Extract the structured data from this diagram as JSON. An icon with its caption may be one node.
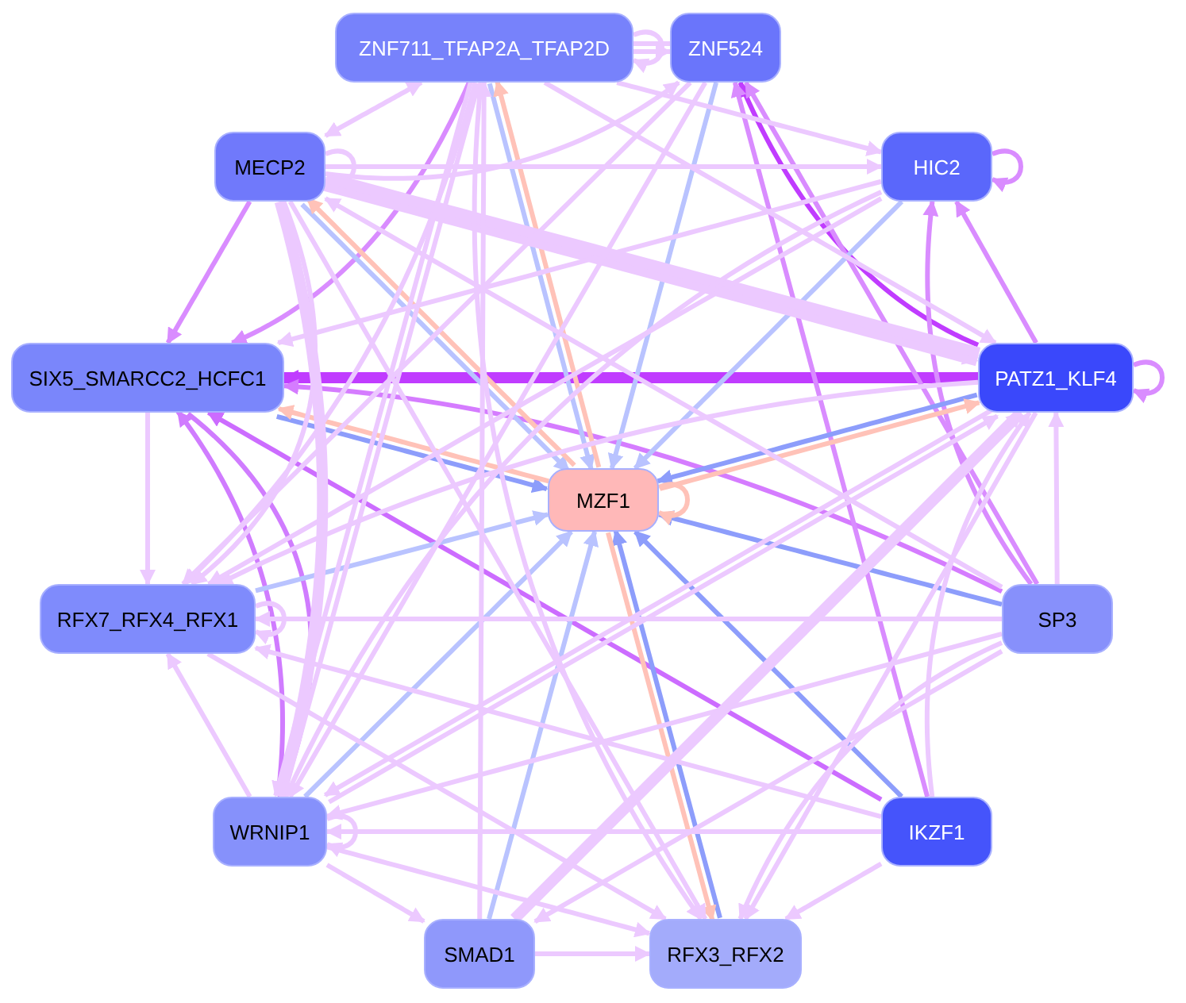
{
  "diagram": {
    "nodes": [
      {
        "text": [
          "ZNF711_TFAP2A_TFAP2D"
        ]
      },
      {
        "text": [
          "ZNF524"
        ]
      },
      {
        "text": [
          "MECP2"
        ]
      },
      {
        "text": [
          "HIC2"
        ]
      },
      {
        "text": [
          "SIX5_SMARCC2_HCFC1"
        ]
      },
      {
        "text": [
          "PATZ1_KLF4"
        ]
      },
      {
        "text": [
          "MZF1"
        ]
      },
      {
        "text": [
          "RFX7_RFX4_RFX1"
        ]
      },
      {
        "text": [
          "SP3"
        ]
      },
      {
        "text": [
          "WRNIP1"
        ]
      },
      {
        "text": [
          "IKZF1"
        ]
      },
      {
        "text": [
          "SMAD1"
        ]
      },
      {
        "text": [
          "RFX3_RFX2"
        ]
      }
    ],
    "edges": [
      {
        "from": 5,
        "to": 4,
        "arrow": "to",
        "color": "#c03cff",
        "style": "thick"
      },
      {
        "from": 5,
        "to": 1,
        "arrow": "to",
        "color": "#c03cff"
      },
      {
        "from": 5,
        "to": 3,
        "arrow": "to",
        "color": "#d98cff"
      },
      {
        "from": 8,
        "to": 3,
        "arrow": "to",
        "color": "#d98cff"
      },
      {
        "from": 8,
        "to": 4,
        "arrow": "to",
        "color": "#d57cff"
      },
      {
        "from": 10,
        "to": 4,
        "arrow": "to",
        "color": "#cc6cff"
      },
      {
        "from": 10,
        "to": 1,
        "arrow": "to",
        "color": "#d98cff"
      },
      {
        "from": 8,
        "to": 1,
        "arrow": "to",
        "color": "#d98cff"
      },
      {
        "from": 2,
        "to": 4,
        "arrow": "to",
        "color": "#d98cff"
      },
      {
        "from": 0,
        "to": 4,
        "arrow": "to",
        "color": "#d98cff"
      },
      {
        "from": 4,
        "to": 9,
        "arrow": "to",
        "color": "#d07cff"
      },
      {
        "from": 9,
        "to": 4,
        "arrow": "to",
        "color": "#d07cff"
      },
      {
        "from": 1,
        "to": 6,
        "arrow": "to",
        "color": "#b9c3ff"
      },
      {
        "from": 3,
        "to": 6,
        "arrow": "to",
        "color": "#b9c3ff"
      },
      {
        "from": 5,
        "to": 6,
        "arrow": "to",
        "color": "#8d9dfb"
      },
      {
        "from": 6,
        "to": 5,
        "arrow": "to",
        "color": "#ffc2b8"
      },
      {
        "from": 8,
        "to": 6,
        "arrow": "to",
        "color": "#8d9dfb"
      },
      {
        "from": 10,
        "to": 6,
        "arrow": "to",
        "color": "#8d9dfb"
      },
      {
        "from": 12,
        "to": 6,
        "arrow": "to",
        "color": "#8d9dfb"
      },
      {
        "from": 6,
        "to": 12,
        "arrow": "to",
        "color": "#ffc2b8"
      },
      {
        "from": 11,
        "to": 6,
        "arrow": "to",
        "color": "#b9c3ff"
      },
      {
        "from": 9,
        "to": 6,
        "arrow": "to",
        "color": "#b9c3ff"
      },
      {
        "from": 7,
        "to": 6,
        "arrow": "to",
        "color": "#b9c3ff"
      },
      {
        "from": 4,
        "to": 6,
        "arrow": "to",
        "color": "#8d9dfb"
      },
      {
        "from": 6,
        "to": 4,
        "arrow": "to",
        "color": "#ffc2b8"
      },
      {
        "from": 2,
        "to": 6,
        "arrow": "to",
        "color": "#b9c3ff"
      },
      {
        "from": 6,
        "to": 2,
        "arrow": "to",
        "color": "#ffc2b8"
      },
      {
        "from": 0,
        "to": 6,
        "arrow": "to",
        "color": "#b9c3ff"
      },
      {
        "from": 6,
        "to": 0,
        "arrow": "to",
        "color": "#ffc2b8"
      },
      {
        "from": 6,
        "to": 6,
        "arrow": "to",
        "color": "#ffc2b8"
      },
      {
        "from": 0,
        "to": 0,
        "arrow": "to"
      },
      {
        "from": 3,
        "to": 3,
        "arrow": "to",
        "color": "#d98cff"
      },
      {
        "from": 5,
        "to": 5,
        "arrow": "to",
        "color": "#d98cff"
      },
      {
        "from": 9,
        "to": 9,
        "arrow": "to"
      },
      {
        "from": 7,
        "to": 7,
        "arrow": "to"
      },
      {
        "from": 2,
        "to": 2,
        "arrow": "to"
      },
      {
        "from": 0,
        "to": 1,
        "arrow": "to"
      },
      {
        "from": 1,
        "to": 0,
        "arrow": "to"
      },
      {
        "from": 0,
        "to": 2,
        "arrow": "both"
      },
      {
        "from": 2,
        "to": 3,
        "arrow": "to"
      },
      {
        "from": 2,
        "to": 1,
        "arrow": "to"
      },
      {
        "from": 0,
        "to": 3,
        "arrow": "to"
      },
      {
        "from": 2,
        "to": 5,
        "arrow": "to",
        "style": "thick"
      },
      {
        "from": 0,
        "to": 5,
        "arrow": "to"
      },
      {
        "from": 3,
        "to": 4,
        "arrow": "to"
      },
      {
        "from": 5,
        "to": 2,
        "arrow": "to",
        "style": "thick"
      },
      {
        "from": 8,
        "to": 2,
        "arrow": "to"
      },
      {
        "from": 8,
        "to": 7,
        "arrow": "to"
      },
      {
        "from": 8,
        "to": 9,
        "arrow": "to"
      },
      {
        "from": 8,
        "to": 12,
        "arrow": "to"
      },
      {
        "from": 8,
        "to": 11,
        "arrow": "to"
      },
      {
        "from": 10,
        "to": 12,
        "arrow": "to"
      },
      {
        "from": 10,
        "to": 9,
        "arrow": "to"
      },
      {
        "from": 10,
        "to": 7,
        "arrow": "to"
      },
      {
        "from": 9,
        "to": 11,
        "arrow": "to"
      },
      {
        "from": 9,
        "to": 12,
        "arrow": "to"
      },
      {
        "from": 9,
        "to": 7,
        "arrow": "to"
      },
      {
        "from": 9,
        "to": 5,
        "arrow": "to"
      },
      {
        "from": 9,
        "to": 0,
        "arrow": "to"
      },
      {
        "from": 11,
        "to": 12,
        "arrow": "to"
      },
      {
        "from": 11,
        "to": 5,
        "arrow": "to",
        "style": "thick"
      },
      {
        "from": 11,
        "to": 0,
        "arrow": "to"
      },
      {
        "from": 7,
        "to": 12,
        "arrow": "to"
      },
      {
        "from": 4,
        "to": 7,
        "arrow": "to"
      },
      {
        "from": 5,
        "to": 7,
        "arrow": "to"
      },
      {
        "from": 5,
        "to": 9,
        "arrow": "to"
      },
      {
        "from": 5,
        "to": 12,
        "arrow": "to"
      },
      {
        "from": 0,
        "to": 12,
        "arrow": "to"
      },
      {
        "from": 0,
        "to": 7,
        "arrow": "to"
      },
      {
        "from": 0,
        "to": 9,
        "arrow": "to"
      },
      {
        "from": 2,
        "to": 7,
        "arrow": "to"
      },
      {
        "from": 2,
        "to": 9,
        "arrow": "to",
        "style": "thick"
      },
      {
        "from": 2,
        "to": 12,
        "arrow": "to"
      },
      {
        "from": 1,
        "to": 7,
        "arrow": "to"
      },
      {
        "from": 1,
        "to": 9,
        "arrow": "to"
      },
      {
        "from": 3,
        "to": 9,
        "arrow": "to"
      },
      {
        "from": 3,
        "to": 7,
        "arrow": "to"
      },
      {
        "from": 10,
        "to": 5,
        "arrow": "to"
      },
      {
        "from": 8,
        "to": 5,
        "arrow": "to"
      }
    ]
  }
}
